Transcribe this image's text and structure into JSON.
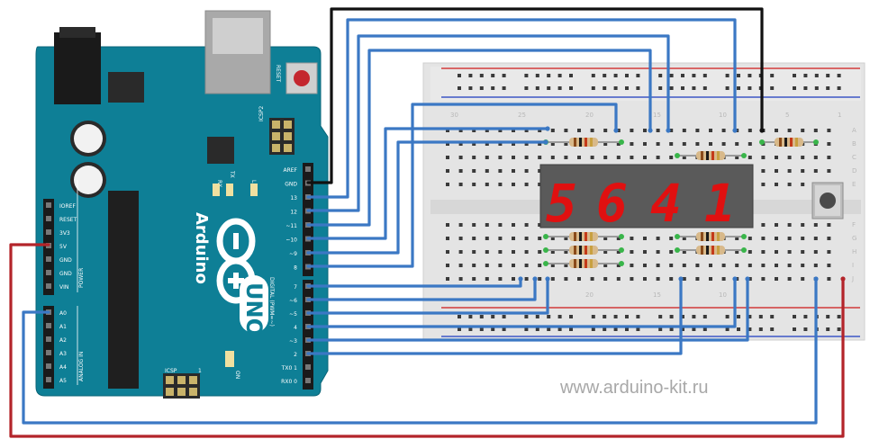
{
  "arduino": {
    "board_name": "Arduino",
    "model": "UNO",
    "reset_label": "RESET",
    "icsp2_label": "ICSP2",
    "icsp_label": "ICSP",
    "icsp_pin": "1",
    "on_label": "ON",
    "tx_label": "TX",
    "rx_label": "RX",
    "l_label": "L",
    "digital_label": "DIGITAL (PWM=~)",
    "power_label": "POWER",
    "analog_label": "ANALOG IN",
    "power_pins": [
      "IOREF",
      "RESET",
      "3V3",
      "5V",
      "GND",
      "GND",
      "VIN"
    ],
    "analog_pins": [
      "A0",
      "A1",
      "A2",
      "A3",
      "A4",
      "A5"
    ],
    "digital_pins_top": [
      "AREF",
      "GND",
      "13",
      "12",
      "~11",
      "~10",
      "~9",
      "8"
    ],
    "digital_pins_bottom": [
      "7",
      "~6",
      "~5",
      "4",
      "~3",
      "2",
      "TX0 1",
      "RX0 0"
    ]
  },
  "breadboard": {
    "column_numbers_top": [
      "30",
      "25",
      "20",
      "15",
      "10",
      "5",
      "1"
    ],
    "column_numbers_bottom": [
      "20",
      "15",
      "10"
    ],
    "row_letters_top": [
      "A",
      "B",
      "C",
      "D",
      "E"
    ],
    "row_letters_bottom": [
      "F",
      "G",
      "H",
      "I",
      "J"
    ]
  },
  "display": {
    "digits": [
      "5",
      "6",
      "4",
      "1"
    ]
  },
  "watermark": "www.arduino-kit.ru",
  "colors": {
    "board": "#0e7f96",
    "wire_blue": "#3b78c4",
    "wire_red": "#b3242a",
    "wire_black": "#111111",
    "segment": "#e01010"
  }
}
